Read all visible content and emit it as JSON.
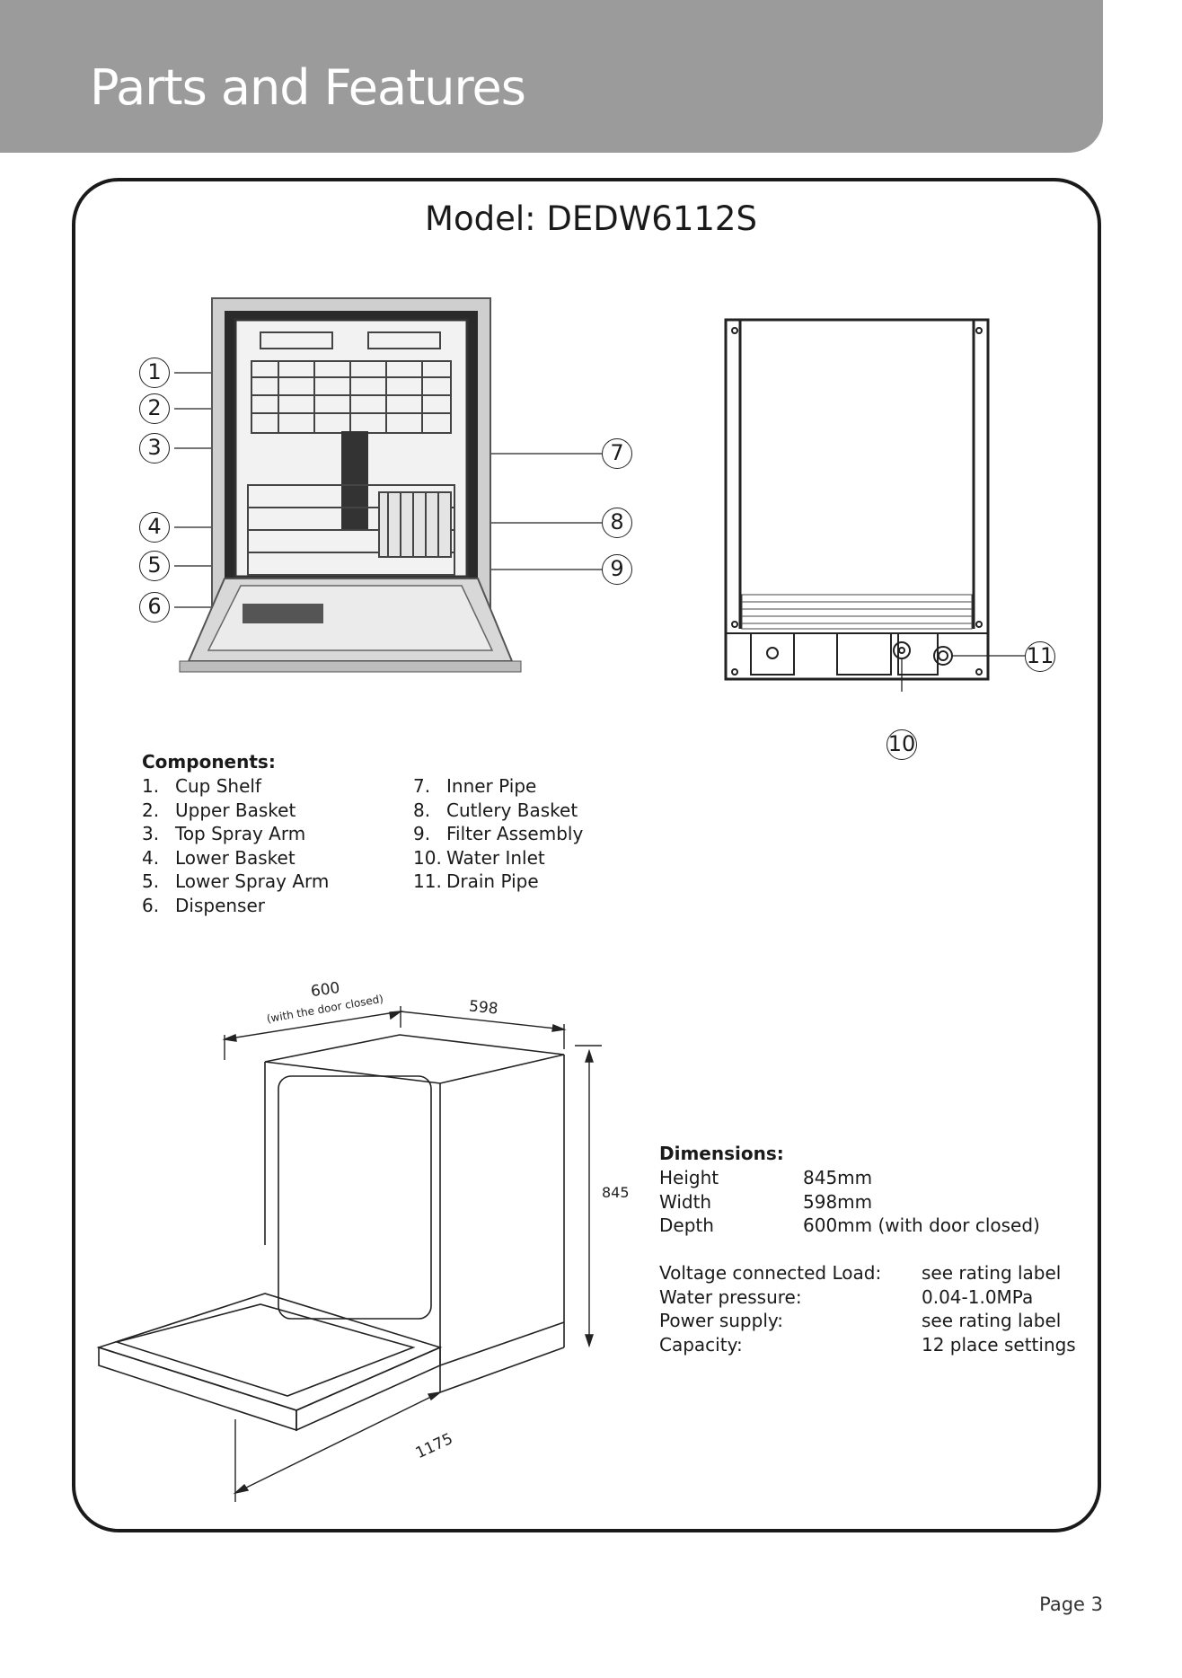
{
  "header": {
    "title": "Parts and Features"
  },
  "model": {
    "label": "Model: DEDW6112S"
  },
  "callouts": [
    "1",
    "2",
    "3",
    "4",
    "5",
    "6",
    "7",
    "8",
    "9",
    "10",
    "11"
  ],
  "components": {
    "title": "Components:",
    "items": [
      {
        "num": "1.",
        "label": "Cup Shelf"
      },
      {
        "num": "2.",
        "label": "Upper Basket"
      },
      {
        "num": "3.",
        "label": "Top Spray Arm"
      },
      {
        "num": "4.",
        "label": "Lower Basket"
      },
      {
        "num": "5.",
        "label": "Lower Spray Arm"
      },
      {
        "num": "6.",
        "label": "Dispenser"
      },
      {
        "num": "7.",
        "label": "Inner Pipe"
      },
      {
        "num": "8.",
        "label": "Cutlery Basket"
      },
      {
        "num": "9.",
        "label": "Filter Assembly"
      },
      {
        "num": "10.",
        "label": "Water Inlet"
      },
      {
        "num": "11.",
        "label": "Drain Pipe"
      }
    ]
  },
  "dimension_drawing": {
    "depth": "600",
    "depth_note": "(with the door closed)",
    "width": "598",
    "height": "845",
    "open_depth": "1175"
  },
  "dimensions": {
    "title": "Dimensions:",
    "rows": [
      {
        "label": "Height",
        "value": "845mm"
      },
      {
        "label": "Width",
        "value": "598mm"
      },
      {
        "label": "Depth",
        "value": "600mm (with door closed)"
      }
    ],
    "specs": [
      {
        "label": "Voltage connected Load:",
        "value": "see rating label"
      },
      {
        "label": "Water pressure:",
        "value": "0.04-1.0MPa"
      },
      {
        "label": "Power supply:",
        "value": "see rating label"
      },
      {
        "label": "Capacity:",
        "value": "12 place settings"
      }
    ]
  },
  "footer": {
    "page": "Page 3"
  }
}
